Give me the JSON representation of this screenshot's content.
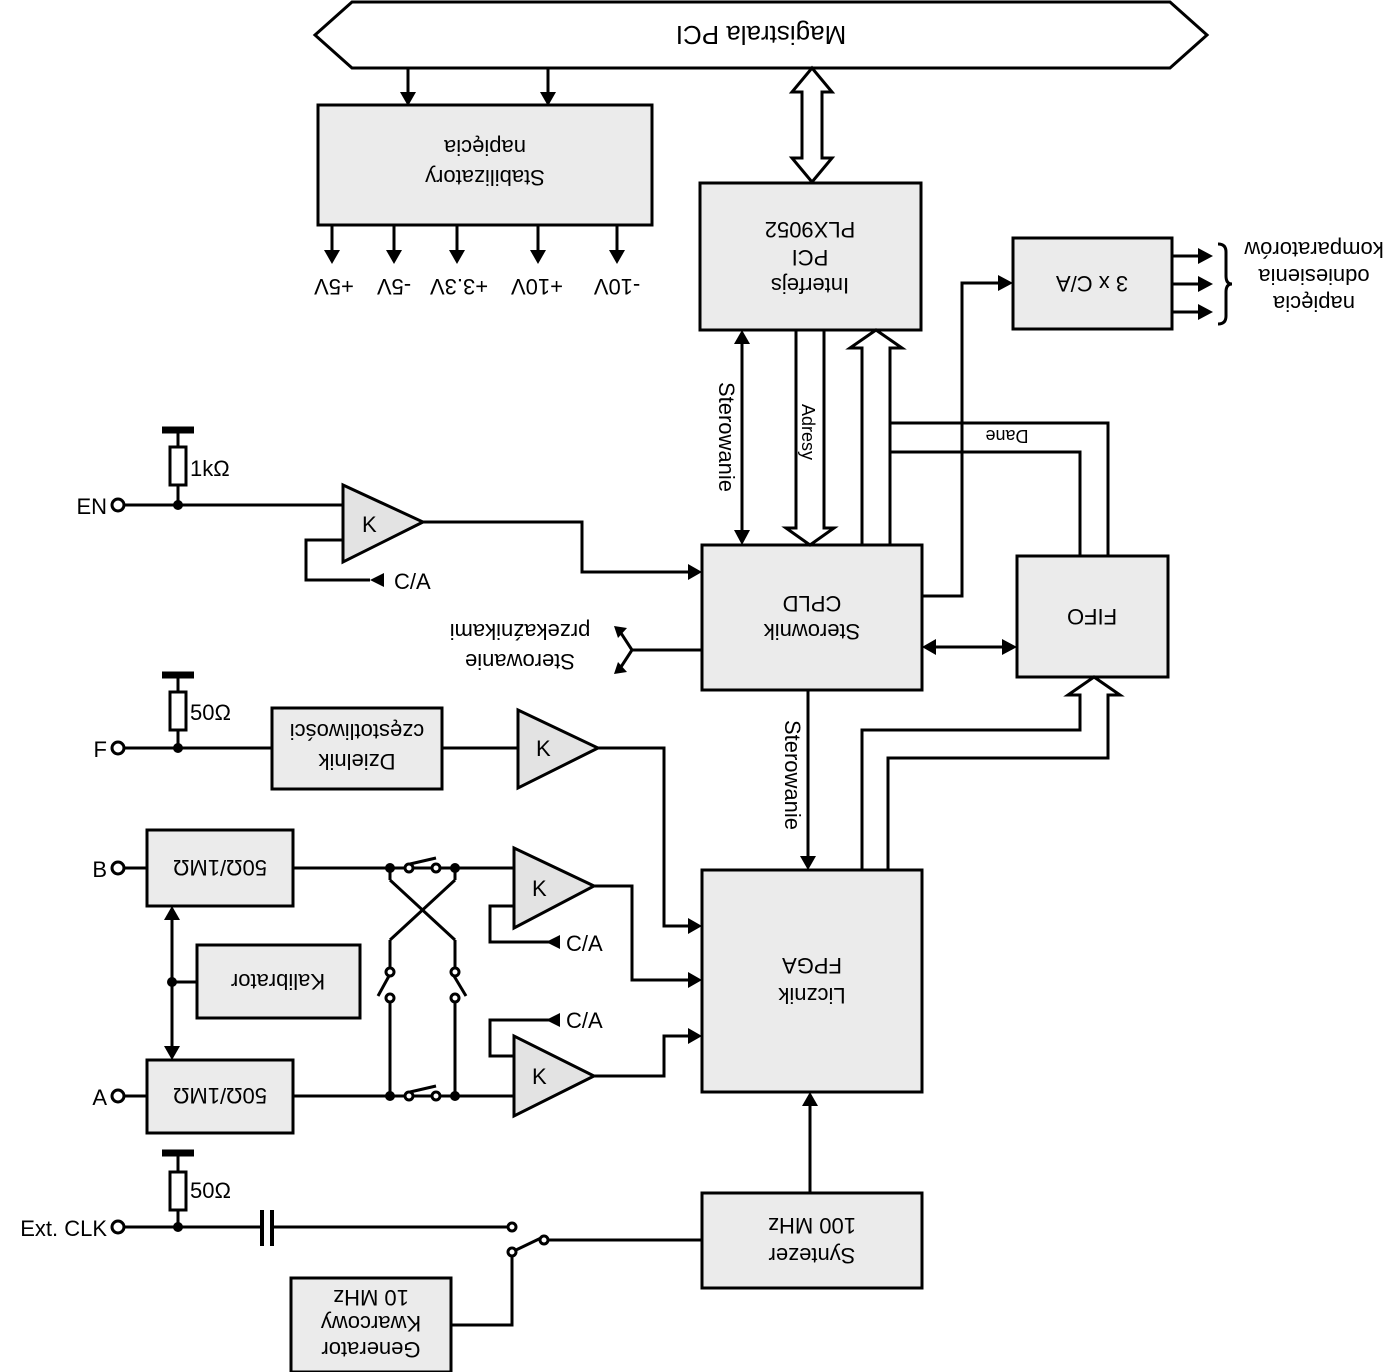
{
  "bus": {
    "label": "Magistrala PCI"
  },
  "blocks": {
    "stabilizers": {
      "line1": "napięcia",
      "line2": "Stabilizatory"
    },
    "plx": {
      "line1": "PLX9052",
      "line2": "PCI",
      "line3": "Interfejs"
    },
    "dac3": {
      "line1": "3 x C/A"
    },
    "cpld": {
      "line1": "CPLD",
      "line2": "Sterownik"
    },
    "fifo": {
      "line1": "FIFO"
    },
    "divider": {
      "line1": "częstotliwości",
      "line2": "Dzielnik"
    },
    "impedance_b": {
      "line1": "50Ω/1MΩ"
    },
    "impedance_a": {
      "line1": "50Ω/1MΩ"
    },
    "calibrator": {
      "line1": "Kalibrator"
    },
    "fpga": {
      "line1": "FPGA",
      "line2": "Licznik"
    },
    "synth": {
      "line1": "100 MHz",
      "line2": "Syntezer"
    },
    "osc": {
      "line1": "10 MHz",
      "line2": "Kwarcowy",
      "line3": "Generator"
    }
  },
  "voltages": [
    "+5V",
    "-5V",
    "+3.3V",
    "+10V",
    "-10V"
  ],
  "outputs": {
    "line1": "komparatorów",
    "line2": "odniesienia",
    "line3": "napięcia"
  },
  "signals": {
    "sterowanie_plx": "Sterowanie",
    "adres": "Adresy",
    "dane": "Dane",
    "relay_line1": "przekaźnikami",
    "relay_line2": "Sterowanie",
    "sterowanie_fpga": "Sterowanie"
  },
  "inputs": {
    "en": "EN",
    "f": "F",
    "b": "B",
    "a": "A",
    "clk": "Ext. CLK"
  },
  "resistors": {
    "r_en": "1kΩ",
    "r_f": "50Ω",
    "r_clk": "50Ω"
  },
  "amps": {
    "k": "K"
  },
  "dac_labels": {
    "ca": "C/A"
  }
}
